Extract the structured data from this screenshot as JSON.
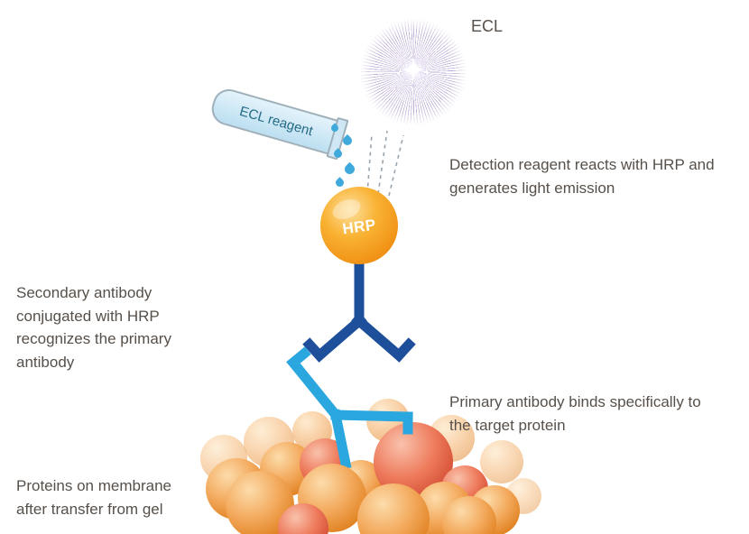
{
  "diagram": {
    "ecl_label": "ECL",
    "tube_label": "ECL reagent",
    "hrp_label": "HRP",
    "captions": {
      "detection": "Detection reagent reacts with HRP and generates light emission",
      "secondary_antibody": "Secondary antibody conjugated with HRP recognizes the primary antibody",
      "primary_antibody": "Primary antibody binds specifically to the target protein",
      "proteins": "Proteins on membrane after transfer from gel"
    }
  },
  "colors": {
    "caption_text": "#57504a",
    "hrp_sphere": "#f6a21d",
    "secondary_antibody_blue": "#1d4f9b",
    "primary_antibody_blue": "#2ba7df",
    "ecl_burst_purple": "#977bbc",
    "reagent_tube_fill": "#cfe9f5",
    "reagent_drop_blue": "#3fa9dc",
    "protein_orange": "#f0a355",
    "protein_red": "#e86a4e"
  }
}
